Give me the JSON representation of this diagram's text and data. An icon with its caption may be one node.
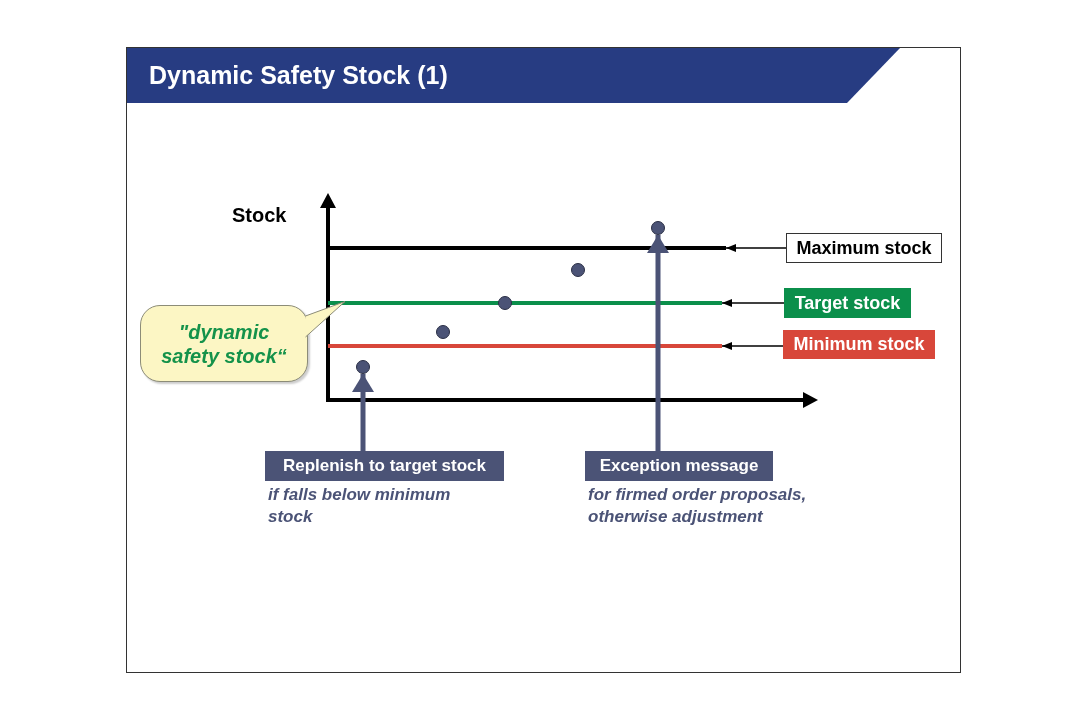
{
  "diagram": {
    "title": "Dynamic Safety Stock (1)",
    "nodes": [
      {
        "text": [
          "Maximum stock"
        ]
      },
      {
        "text": [
          "Target stock"
        ]
      },
      {
        "text": [
          "\"dynamic safety stock“"
        ]
      },
      {
        "text": [
          "Minimum stock"
        ]
      },
      {
        "text": [
          "Replenish to target stock"
        ],
        "beside": [
          "if falls below minimum stock"
        ]
      },
      {
        "text": [
          "Exception message"
        ],
        "beside": [
          "for firmed order proposals, otherwise adjustment"
        ]
      },
      {
        "text": [],
        "shape": "line"
      },
      {
        "text": [],
        "shape": "line"
      },
      {
        "text": [],
        "shape": "line"
      },
      {
        "text": [],
        "shape": "circle"
      },
      {
        "text": [],
        "shape": "circle"
      }
    ],
    "edges": [
      {
        "from": 0,
        "to": 6,
        "arrow": "to"
      },
      {
        "from": 1,
        "to": 7,
        "arrow": "to"
      },
      {
        "from": 3,
        "to": 8,
        "arrow": "to"
      },
      {
        "from": 4,
        "to": 9,
        "arrow": "to",
        "style": "thick",
        "color": "#4b5376"
      },
      {
        "from": 5,
        "to": 10,
        "arrow": "to",
        "style": "thick",
        "color": "#4b5376"
      }
    ],
    "labels": [
      "Stock"
    ]
  }
}
